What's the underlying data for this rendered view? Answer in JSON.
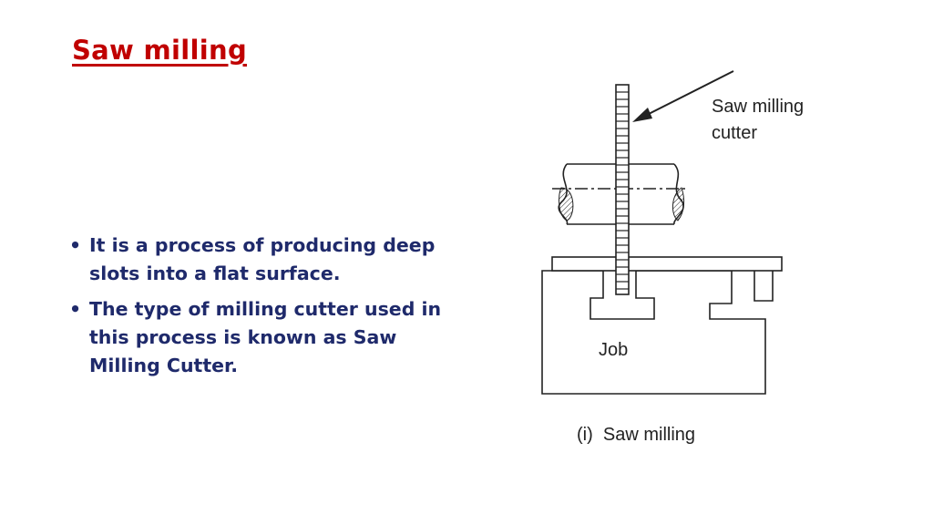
{
  "title": "Saw milling",
  "bullets": [
    "It is a process of producing deep slots into a flat surface.",
    "The type of milling cutter used in this process is known as Saw Milling Cutter."
  ],
  "bullet_symbol": "•",
  "diagram": {
    "cutter_label_line1": "Saw milling",
    "cutter_label_line2": "cutter",
    "job_label": "Job",
    "caption": "(i)  Saw milling"
  },
  "colors": {
    "title": "#c00000",
    "body_text": "#1f2a6b",
    "line_art": "#222222"
  }
}
